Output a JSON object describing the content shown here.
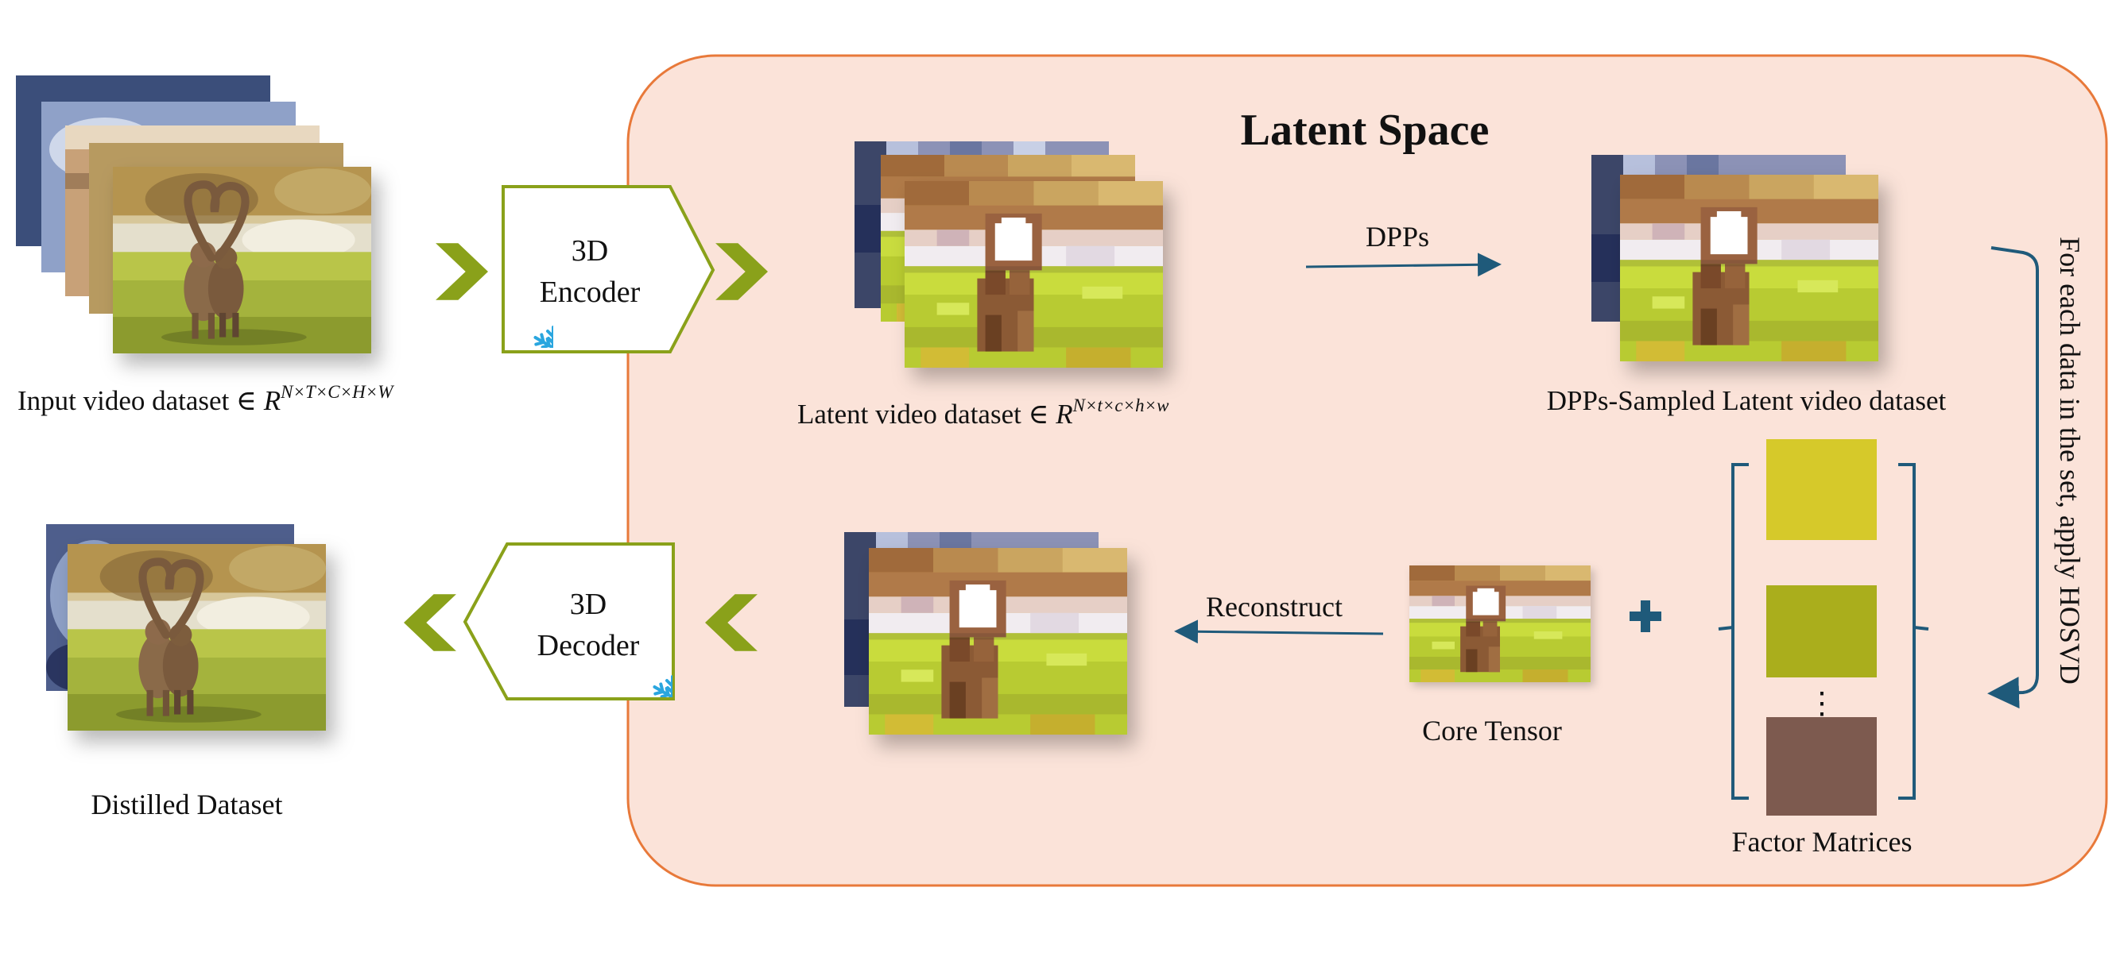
{
  "latent_space": {
    "title": "Latent Space"
  },
  "input": {
    "label": "Input video dataset ∈ ",
    "R": "R",
    "sup": "N×T×C×H×W"
  },
  "encoder": {
    "line1": "3D",
    "line2": "Encoder",
    "icon": "snowflake-icon"
  },
  "latent": {
    "label": "Latent video dataset ∈ ",
    "R": "R",
    "sup": "N×t×c×h×w"
  },
  "dpps": {
    "arrow_label": "DPPs",
    "sampled_label": "DPPs-Sampled Latent video dataset"
  },
  "hosvd": {
    "label": "For each data in the set, apply HOSVD"
  },
  "core": {
    "label": "Core Tensor",
    "plus": "+"
  },
  "factors": {
    "label": "Factor Matrices",
    "ellipsis": "⋮"
  },
  "reconstruct": {
    "label": "Reconstruct"
  },
  "decoder": {
    "line1": "3D",
    "line2": "Decoder",
    "icon": "snowflake-icon"
  },
  "distilled": {
    "label": "Distilled Dataset"
  },
  "colors": {
    "latent_bg": "#fbe3d9",
    "latent_border": "#e8793a",
    "chevron": "#8aa11a",
    "block_border": "#8aa11a",
    "arrow": "#1f5a7a",
    "snowflake": "#2aa6df",
    "factor1": "#d6c92a",
    "factor2": "#aaae1c",
    "factor3": "#7d5a4f"
  }
}
